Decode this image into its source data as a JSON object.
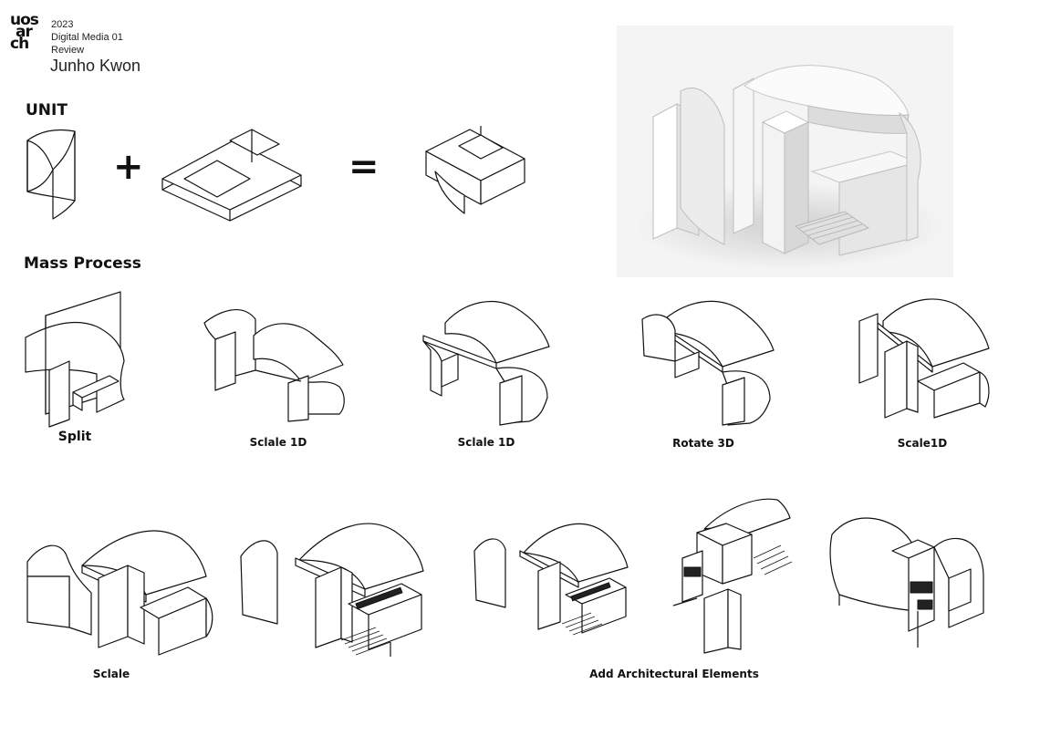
{
  "header": {
    "logo_lines": [
      "uos",
      "ar",
      "ch"
    ],
    "year": "2023",
    "course": "Digital Media 01",
    "type": "Review",
    "author": "Junho Kwon"
  },
  "unit": {
    "heading": "UNIT",
    "plus": "+",
    "equals": "="
  },
  "mass_process": {
    "heading": "Mass Process",
    "row1_captions": [
      "Split",
      "Sclale 1D",
      "Sclale 1D",
      "Rotate 3D",
      "Scale1D"
    ],
    "row2_captions": [
      "Sclale",
      "Add Architectural Elements"
    ]
  }
}
